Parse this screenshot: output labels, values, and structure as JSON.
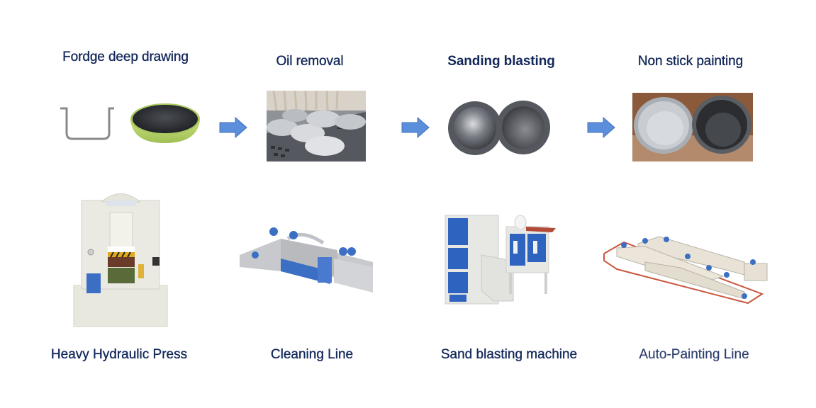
{
  "diagram": {
    "type": "process-flow",
    "steps": [
      {
        "title": "Fordge deep drawing",
        "image": "pan-cross-section-and-frying-pan",
        "machine": "Heavy Hydraulic Press"
      },
      {
        "title": "Oil removal",
        "image": "aluminum-pots-on-conveyor",
        "machine": "Cleaning Line"
      },
      {
        "title": "Sanding blasting",
        "image": "two-sandblasted-pot-bodies",
        "machine": "Sand blasting machine"
      },
      {
        "title": "Non stick painting",
        "image": "uncoated-and-coated-pots",
        "machine": "Auto-Painting Line"
      }
    ],
    "connector": "right-arrow-icon",
    "colors": {
      "text": "#13285a",
      "arrow_fill": "#5b8fdc",
      "arrow_stroke": "#4470b8",
      "machine_blue": "#3b6fc4",
      "machine_body": "#e9e8df"
    }
  }
}
